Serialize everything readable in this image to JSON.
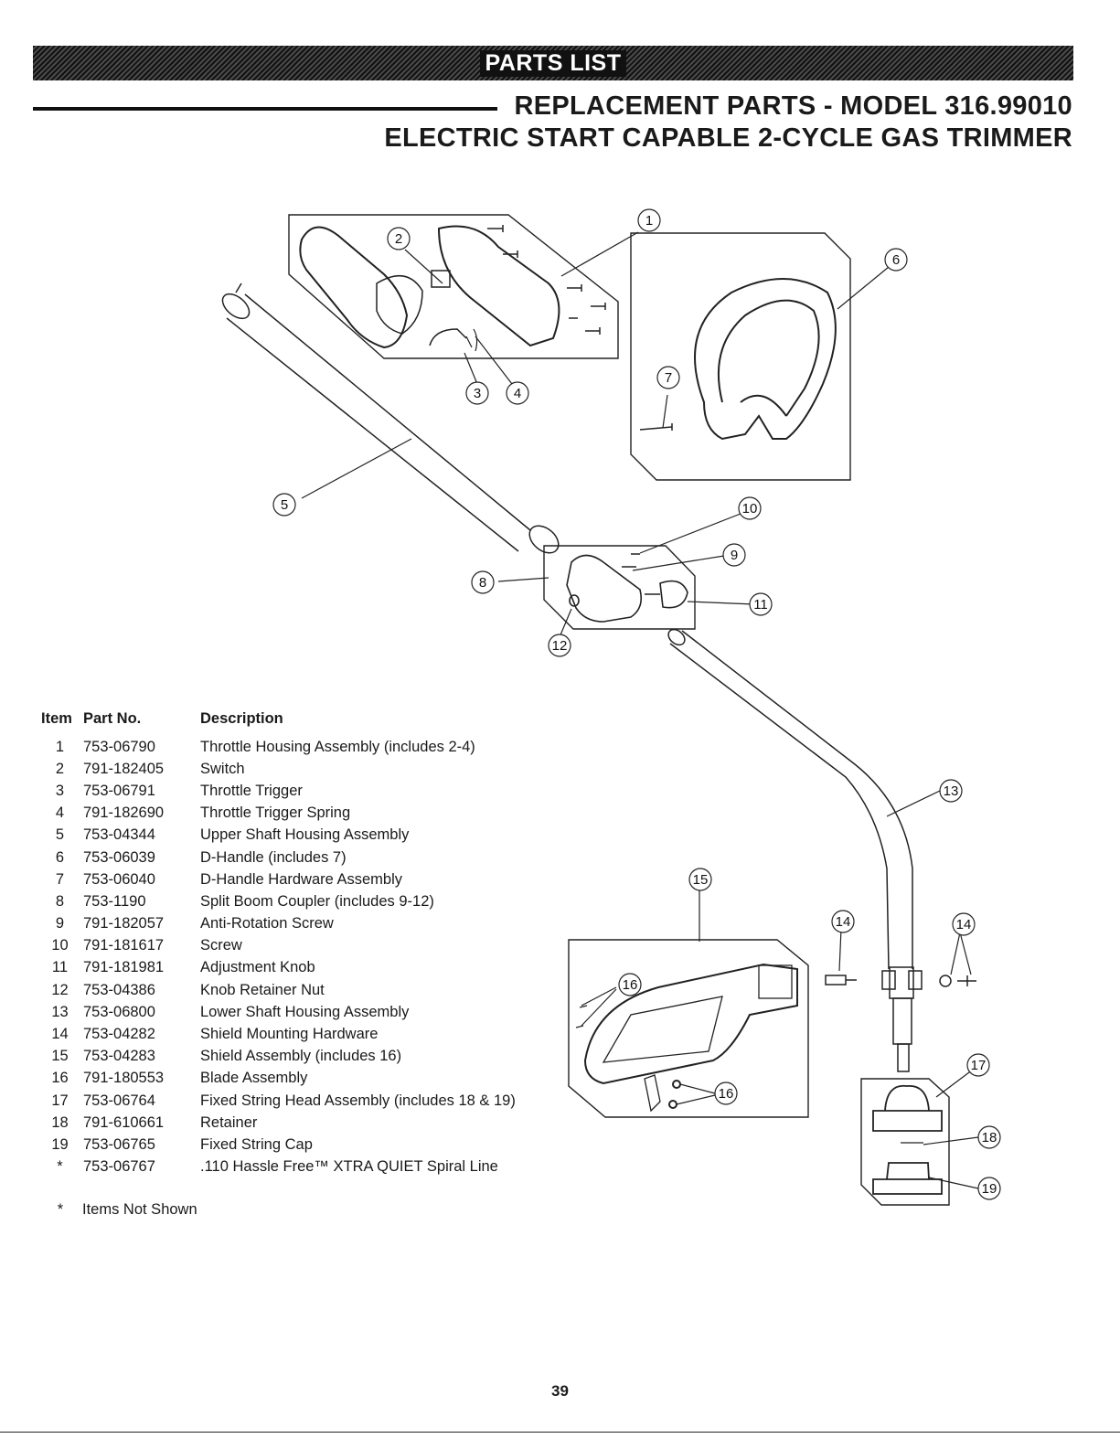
{
  "banner": "PARTS LIST",
  "title_line1": "REPLACEMENT PARTS - MODEL 316.99010",
  "title_line2": "ELECTRIC START CAPABLE 2-CYCLE GAS TRIMMER",
  "columns": {
    "item": "Item",
    "part_no": "Part No.",
    "description": "Description"
  },
  "parts": [
    {
      "item": "1",
      "part_no": "753-06790",
      "description": "Throttle Housing Assembly (includes 2-4)"
    },
    {
      "item": "2",
      "part_no": "791-182405",
      "description": "Switch"
    },
    {
      "item": "3",
      "part_no": "753-06791",
      "description": "Throttle Trigger"
    },
    {
      "item": "4",
      "part_no": "791-182690",
      "description": "Throttle Trigger Spring"
    },
    {
      "item": "5",
      "part_no": "753-04344",
      "description": "Upper Shaft Housing Assembly"
    },
    {
      "item": "6",
      "part_no": "753-06039",
      "description": "D-Handle (includes 7)"
    },
    {
      "item": "7",
      "part_no": "753-06040",
      "description": "D-Handle Hardware Assembly"
    },
    {
      "item": "8",
      "part_no": "753-1190",
      "description": "Split Boom Coupler (includes 9-12)"
    },
    {
      "item": "9",
      "part_no": "791-182057",
      "description": "Anti-Rotation Screw"
    },
    {
      "item": "10",
      "part_no": "791-181617",
      "description": "Screw"
    },
    {
      "item": "11",
      "part_no": "791-181981",
      "description": "Adjustment Knob"
    },
    {
      "item": "12",
      "part_no": "753-04386",
      "description": "Knob Retainer Nut"
    },
    {
      "item": "13",
      "part_no": "753-06800",
      "description": "Lower Shaft Housing Assembly"
    },
    {
      "item": "14",
      "part_no": "753-04282",
      "description": "Shield Mounting Hardware"
    },
    {
      "item": "15",
      "part_no": "753-04283",
      "description": "Shield Assembly (includes 16)"
    },
    {
      "item": "16",
      "part_no": "791-180553",
      "description": "Blade Assembly"
    },
    {
      "item": "17",
      "part_no": "753-06764",
      "description": "Fixed String Head Assembly (includes 18 & 19)"
    },
    {
      "item": "18",
      "part_no": "791-610661",
      "description": "Retainer"
    },
    {
      "item": "19",
      "part_no": "753-06765",
      "description": "Fixed String Cap"
    },
    {
      "item": "*",
      "part_no": "753-06767",
      "description": ".110 Hassle Free™ XTRA QUIET Spiral Line"
    }
  ],
  "footnote": {
    "symbol": "*",
    "text": "Items Not Shown"
  },
  "callouts": [
    "1",
    "2",
    "3",
    "4",
    "5",
    "6",
    "7",
    "8",
    "9",
    "10",
    "11",
    "12",
    "13",
    "14",
    "14",
    "15",
    "16",
    "16",
    "17",
    "18",
    "19"
  ],
  "page_number": "39"
}
